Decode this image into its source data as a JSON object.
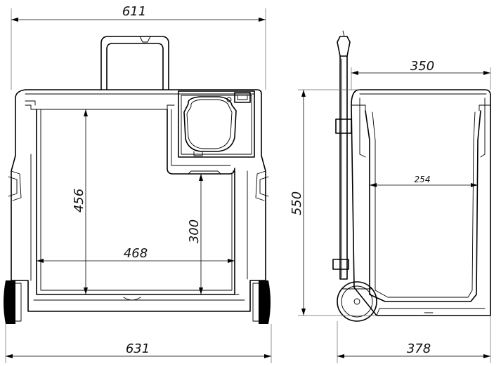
{
  "dimensions": {
    "overall_width_top": "611",
    "overall_width_bottom": "631",
    "inner_height": "456",
    "inner_width": "468",
    "compartment_height": "300",
    "side_depth_top": "350",
    "side_overall_height": "550",
    "side_inner_depth": "254",
    "side_depth_bottom": "378"
  },
  "colors": {
    "line": "#000000",
    "background": "#ffffff"
  }
}
